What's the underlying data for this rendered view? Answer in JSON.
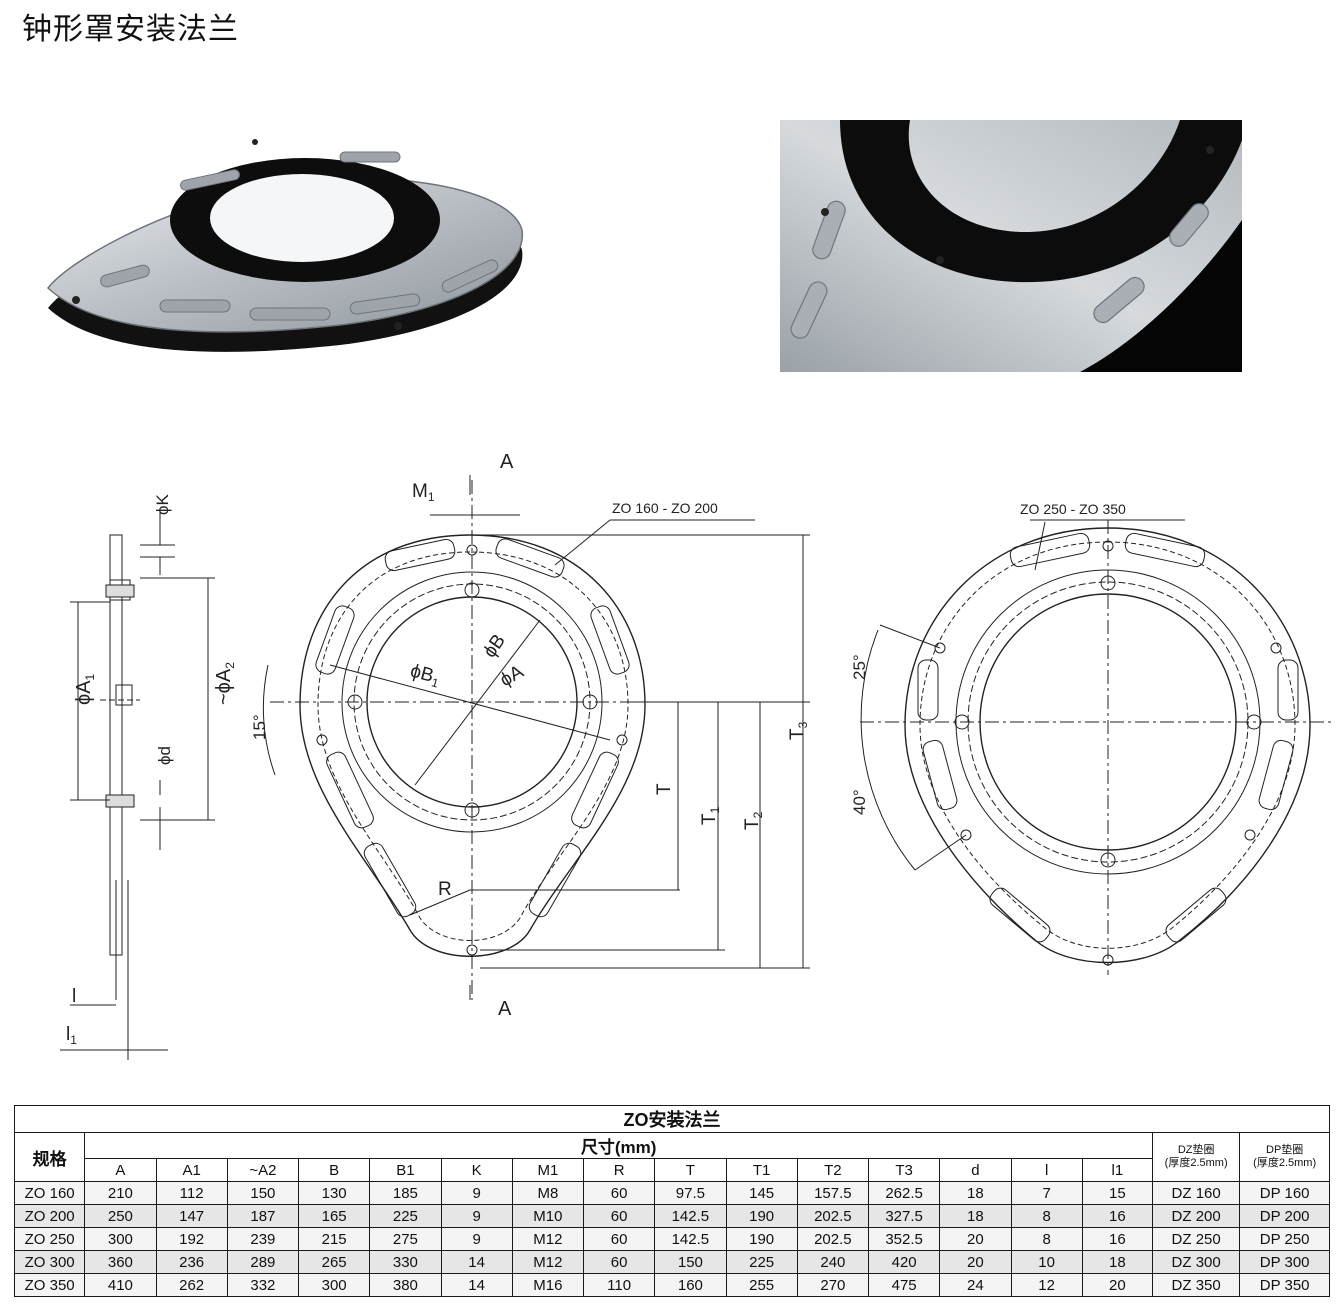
{
  "page_title": "钟形罩安装法兰",
  "drawing_labels": {
    "zo_small": "ZO 160 - ZO 200",
    "zo_large": "ZO 250 - ZO 350",
    "section_a": "A",
    "m1": "M",
    "k": "ϕK",
    "d": "ϕd",
    "a1": "ϕA",
    "a2": "~ϕA",
    "b": "ϕB",
    "b1": "ϕB",
    "a": "ϕA",
    "angle_15": "15°",
    "angle_25": "25°",
    "angle_40": "40°",
    "r": "R",
    "t": "T",
    "t1": "T",
    "t2": "T",
    "t3": "T",
    "l": "l",
    "l1": "l"
  },
  "table": {
    "caption": "ZO安装法兰",
    "spec_header": "规格",
    "dimension_header": "尺寸(mm)",
    "dz_header_line1": "DZ垫圈",
    "dz_header_line2": "(厚度2.5mm)",
    "dp_header_line1": "DP垫圈",
    "dp_header_line2": "(厚度2.5mm)",
    "columns": [
      "A",
      "A1",
      "~A2",
      "B",
      "B1",
      "K",
      "M1",
      "R",
      "T",
      "T1",
      "T2",
      "T3",
      "d",
      "l",
      "l1"
    ],
    "rows": [
      {
        "spec": "ZO 160",
        "values": [
          "210",
          "112",
          "150",
          "130",
          "185",
          "9",
          "M8",
          "60",
          "97.5",
          "145",
          "157.5",
          "262.5",
          "18",
          "7",
          "15"
        ],
        "dz": "DZ 160",
        "dp": "DP 160"
      },
      {
        "spec": "ZO 200",
        "values": [
          "250",
          "147",
          "187",
          "165",
          "225",
          "9",
          "M10",
          "60",
          "142.5",
          "190",
          "202.5",
          "327.5",
          "18",
          "8",
          "16"
        ],
        "dz": "DZ 200",
        "dp": "DP 200"
      },
      {
        "spec": "ZO 250",
        "values": [
          "300",
          "192",
          "239",
          "215",
          "275",
          "9",
          "M12",
          "60",
          "142.5",
          "190",
          "202.5",
          "352.5",
          "20",
          "8",
          "16"
        ],
        "dz": "DZ 250",
        "dp": "DP 250"
      },
      {
        "spec": "ZO 300",
        "values": [
          "360",
          "236",
          "289",
          "265",
          "330",
          "14",
          "M12",
          "60",
          "150",
          "225",
          "240",
          "420",
          "20",
          "10",
          "18"
        ],
        "dz": "DZ 300",
        "dp": "DP 300"
      },
      {
        "spec": "ZO 350",
        "values": [
          "410",
          "262",
          "332",
          "300",
          "380",
          "14",
          "M16",
          "110",
          "160",
          "255",
          "270",
          "475",
          "24",
          "12",
          "20"
        ],
        "dz": "DZ 350",
        "dp": "DP 350"
      }
    ]
  }
}
